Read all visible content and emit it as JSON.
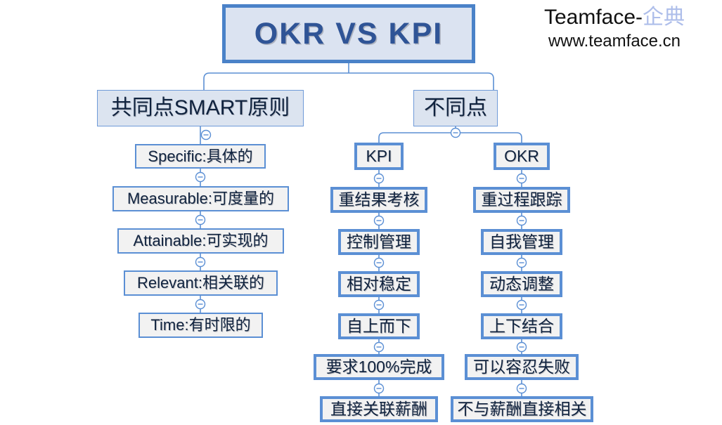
{
  "brand": {
    "name_latin": "Teamface-",
    "name_cn": "企典",
    "url": "www.teamface.cn",
    "cn_color": "#aebeea"
  },
  "colors": {
    "border_blue": "#5b8fd4",
    "title_fill": "#dbe3f1",
    "title_text": "#2f5496",
    "level2_fill": "#dce4f0",
    "leaf_fill": "#f2f2f2",
    "node_text": "#10233f"
  },
  "diagram": {
    "type": "mindmap-tree",
    "title": "OKR  VS  KPI",
    "toggle_icon": "collapse-minus-icon",
    "branches": [
      {
        "id": "common",
        "label": "共同点SMART原则",
        "children": [
          {
            "label": "Specific:具体的"
          },
          {
            "label": "Measurable:可度量的"
          },
          {
            "label": "Attainable:可实现的"
          },
          {
            "label": "Relevant:相关联的"
          },
          {
            "label": "Time:有时限的"
          }
        ]
      },
      {
        "id": "difference",
        "label": "不同点",
        "subbranches": [
          {
            "id": "kpi",
            "label": "KPI",
            "children": [
              {
                "label": "重结果考核"
              },
              {
                "label": "控制管理"
              },
              {
                "label": "相对稳定"
              },
              {
                "label": "自上而下"
              },
              {
                "label": "要求100%完成"
              },
              {
                "label": "直接关联薪酬"
              }
            ]
          },
          {
            "id": "okr",
            "label": "OKR",
            "children": [
              {
                "label": "重过程跟踪"
              },
              {
                "label": "自我管理"
              },
              {
                "label": "动态调整"
              },
              {
                "label": "上下结合"
              },
              {
                "label": "可以容忍失败"
              },
              {
                "label": "不与薪酬直接相关"
              }
            ]
          }
        ]
      }
    ]
  }
}
